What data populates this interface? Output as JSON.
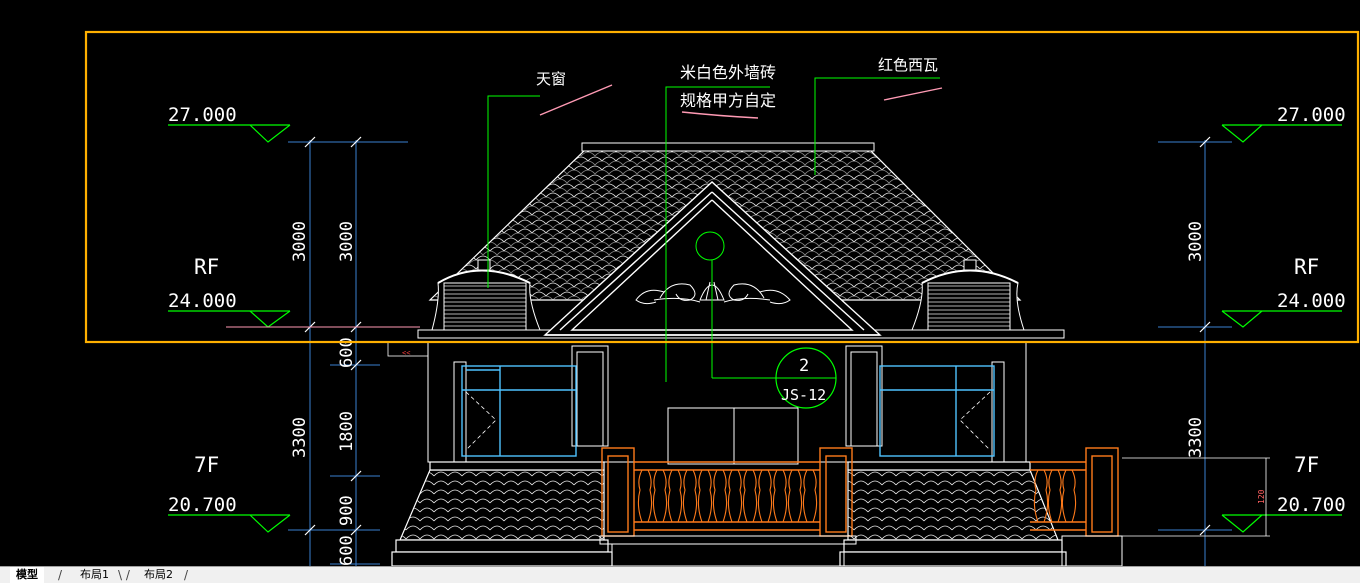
{
  "drawing": {
    "levels": {
      "roof_top": "27.000",
      "rf": "24.000",
      "floor7": "20.700"
    },
    "floor_labels": {
      "rf": "RF",
      "f7": "7F"
    },
    "dimensions_outer": {
      "upper": "3000",
      "lower": "3300"
    },
    "dimensions_inner": {
      "upper": "3000",
      "d600a": "600",
      "d1800": "1800",
      "d900": "900",
      "d600b": "600"
    },
    "small_dim": "120",
    "callouts": {
      "skylight": "天窗",
      "wall_brick_1": "米白色外墙砖",
      "wall_brick_2": "规格甲方自定",
      "red_tile": "红色西瓦"
    },
    "detail_marker": {
      "number": "2",
      "sheet": "JS-12"
    },
    "colors": {
      "background": "#000000",
      "level_green": "#00ff00",
      "dim_blue": "#3a7fd0",
      "selection_orange": "#ffb000",
      "balustrade_orange": "#ff7a1a",
      "window_cyan": "#4fc3ff",
      "line_white": "#ffffff",
      "accent_pink": "#ff9ab4"
    }
  },
  "tabs": {
    "model": "模型",
    "layout1": "布局1",
    "layout2": "布局2"
  }
}
